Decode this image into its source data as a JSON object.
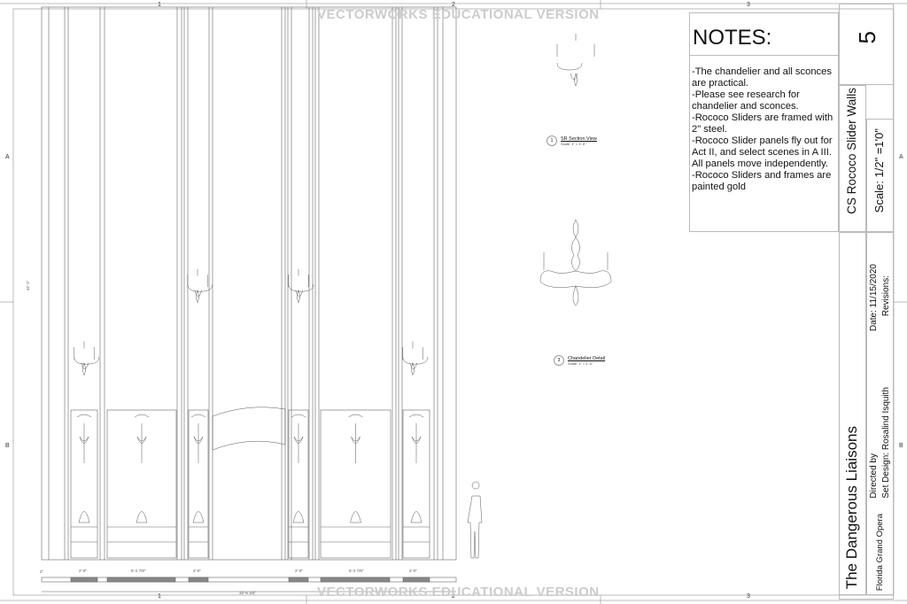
{
  "grid": {
    "columns": [
      "1",
      "2",
      "3"
    ],
    "rows": [
      "A",
      "B"
    ]
  },
  "watermark": "VECTORWORKS EDUCATIONAL VERSION",
  "dimensions": {
    "panel_widths": [
      "2'-0\"",
      "5'-2 7/8\"",
      "2'-0\"",
      "2'-0\"",
      "5'-2 7/8\"",
      "2'-0\""
    ],
    "overall_width": "32'-6 3/4\"",
    "overall_height": "44'-1\"",
    "base_height": "2\""
  },
  "callouts": [
    {
      "number": "1",
      "title": "SR Section View",
      "scale": "Scale: 1\" = 1'-0\""
    },
    {
      "number": "3",
      "title": "Chandelier Detail",
      "scale": "Scale: 1\" = 1'-0\""
    }
  ],
  "notes": {
    "title": "NOTES:",
    "lines": [
      "-The chandelier and all sconces are practical.",
      "-Please see research for chandelier and sconces.",
      "-Rococo Sliders are framed with 2\" steel.",
      "-Rococo Slider panels fly out for Act II, and select scenes in A III. All panels move independently.",
      "-Rococo Sliders and frames are painted gold"
    ]
  },
  "title_block": {
    "sheet_number": "5",
    "sheet_title": "CS Rococo Slider Walls",
    "scale": "Scale: 1/2\" =1'0\"",
    "production": "The Dangerous  Liaisons",
    "company": "Florida Grand Opera",
    "directed_by": "Directed by",
    "set_design": "Set Design: Rosalind Isquith",
    "date": "Date: 11/15/2020",
    "revisions": "Revisions:"
  }
}
